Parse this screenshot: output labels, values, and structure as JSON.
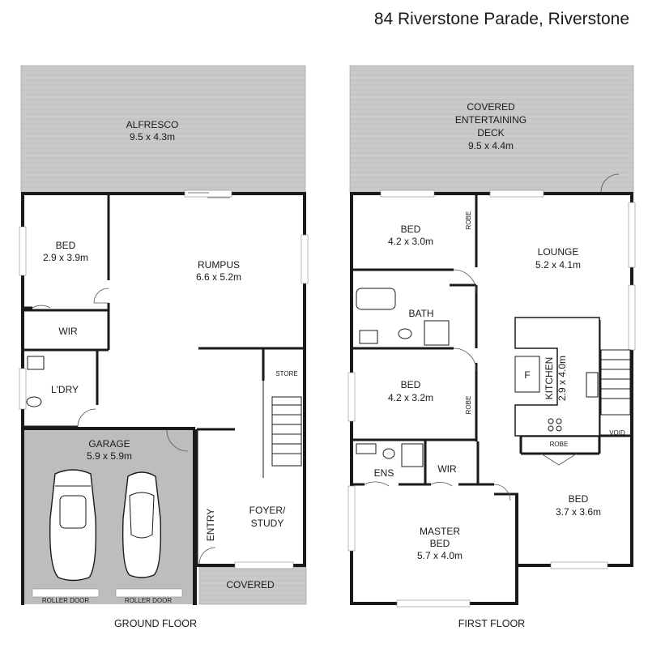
{
  "title": "84 Riverstone Parade, Riverstone",
  "ground_floor": {
    "label": "GROUND FLOOR",
    "alfresco": {
      "name": "ALFRESCO",
      "size": "9.5 x 4.3m"
    },
    "bed": {
      "name": "BED",
      "size": "2.9 x 3.9m"
    },
    "rumpus": {
      "name": "RUMPUS",
      "size": "6.6 x 5.2m"
    },
    "wir": "WIR",
    "laundry": "L'DRY",
    "store": "STORE",
    "garage": {
      "name": "GARAGE",
      "size": "5.9 x 5.9m"
    },
    "entry": "ENTRY",
    "foyer_study": {
      "line1": "FOYER/",
      "line2": "STUDY"
    },
    "covered": "COVERED",
    "roller_door_left": "ROLLER DOOR",
    "roller_door_right": "ROLLER DOOR"
  },
  "first_floor": {
    "label": "FIRST FLOOR",
    "deck": {
      "line1": "COVERED",
      "line2": "ENTERTAINING",
      "line3": "DECK",
      "size": "9.5 x 4.4m"
    },
    "bed1": {
      "name": "BED",
      "size": "4.2 x 3.0m"
    },
    "robe1": "ROBE",
    "lounge": {
      "name": "LOUNGE",
      "size": "5.2 x 4.1m"
    },
    "bath": "BATH",
    "bed2": {
      "name": "BED",
      "size": "4.2 x 3.2m"
    },
    "robe2": "ROBE",
    "kitchen": {
      "name": "KITCHEN",
      "size": "2.9 x 4.0m"
    },
    "fridge": "F",
    "robe3": "ROBE",
    "void": "VOID",
    "ens": "ENS",
    "wir": "WIR",
    "master": {
      "name1": "MASTER",
      "name2": "BED",
      "size": "5.7 x 4.0m"
    },
    "bed3": {
      "name": "BED",
      "size": "3.7 x 3.6m"
    }
  },
  "colors": {
    "outdoor_fill": "#c9c9c9",
    "garage_fill": "#bdbdbd",
    "wall": "#1a1a1a"
  }
}
